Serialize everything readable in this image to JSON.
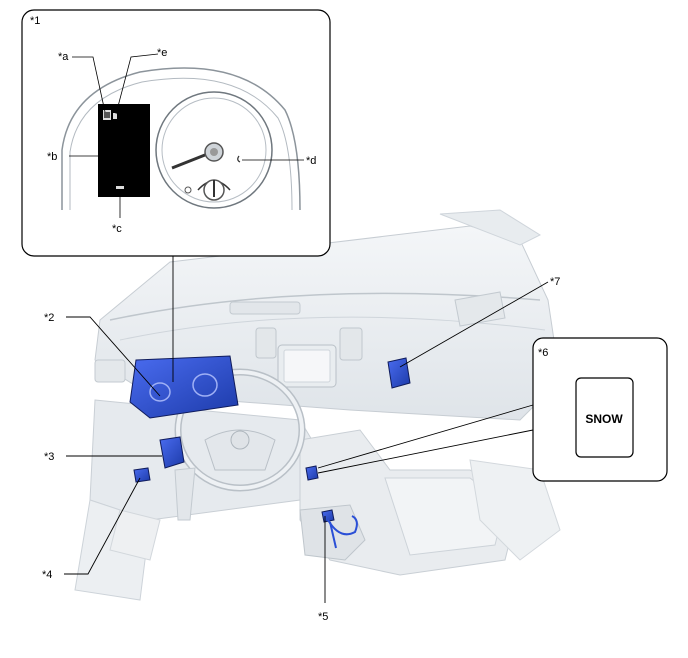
{
  "callouts": {
    "c1": "*1",
    "c2": "*2",
    "c3": "*3",
    "c4": "*4",
    "c5": "*5",
    "c6": "*6",
    "c7": "*7",
    "ca": "*a",
    "cb": "*b",
    "cc": "*c",
    "cd": "*d",
    "ce": "*e"
  },
  "switch_label": "SNOW",
  "colors": {
    "highlight": "#2a4fd6",
    "highlight_dark": "#1a2f8f",
    "outline": "#000000",
    "interior_light": "#eef1f4",
    "interior_mid": "#dde2e7"
  },
  "icons": [
    "instrument-cluster-icon",
    "multi-information-display-icon",
    "snow-switch-icon"
  ]
}
